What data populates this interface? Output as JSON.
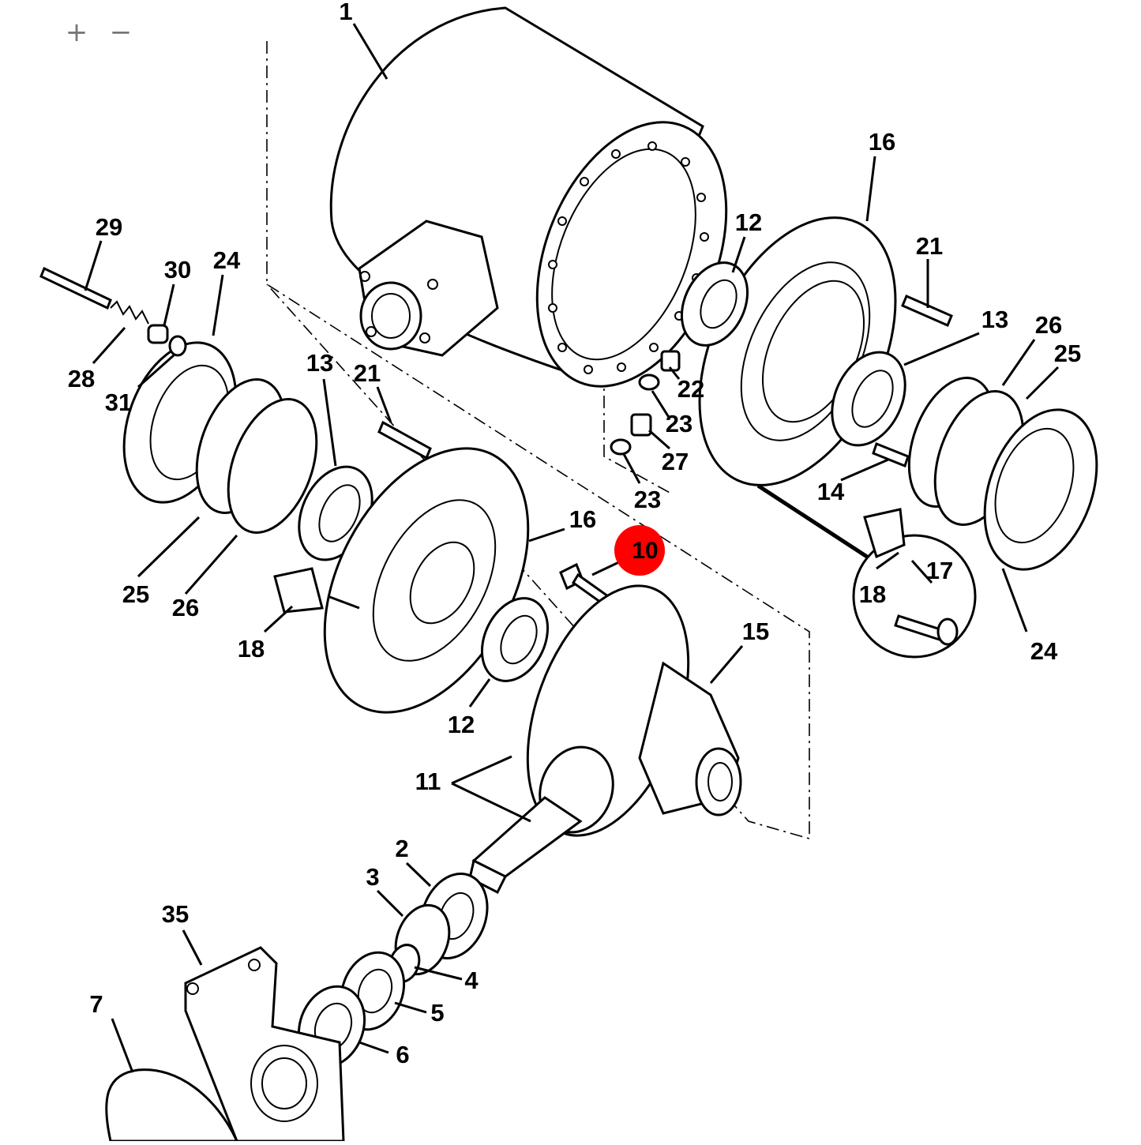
{
  "toolbar": {
    "zoom_in": "+",
    "zoom_out": "−"
  },
  "highlight": {
    "number": "10",
    "color": "#ff0000"
  },
  "callouts": [
    "1",
    "16",
    "12",
    "21",
    "13",
    "26",
    "25",
    "29",
    "30",
    "24",
    "28",
    "31",
    "22",
    "23",
    "27",
    "14",
    "18",
    "17",
    "11",
    "15",
    "2",
    "3",
    "4",
    "5",
    "6",
    "7",
    "35"
  ]
}
